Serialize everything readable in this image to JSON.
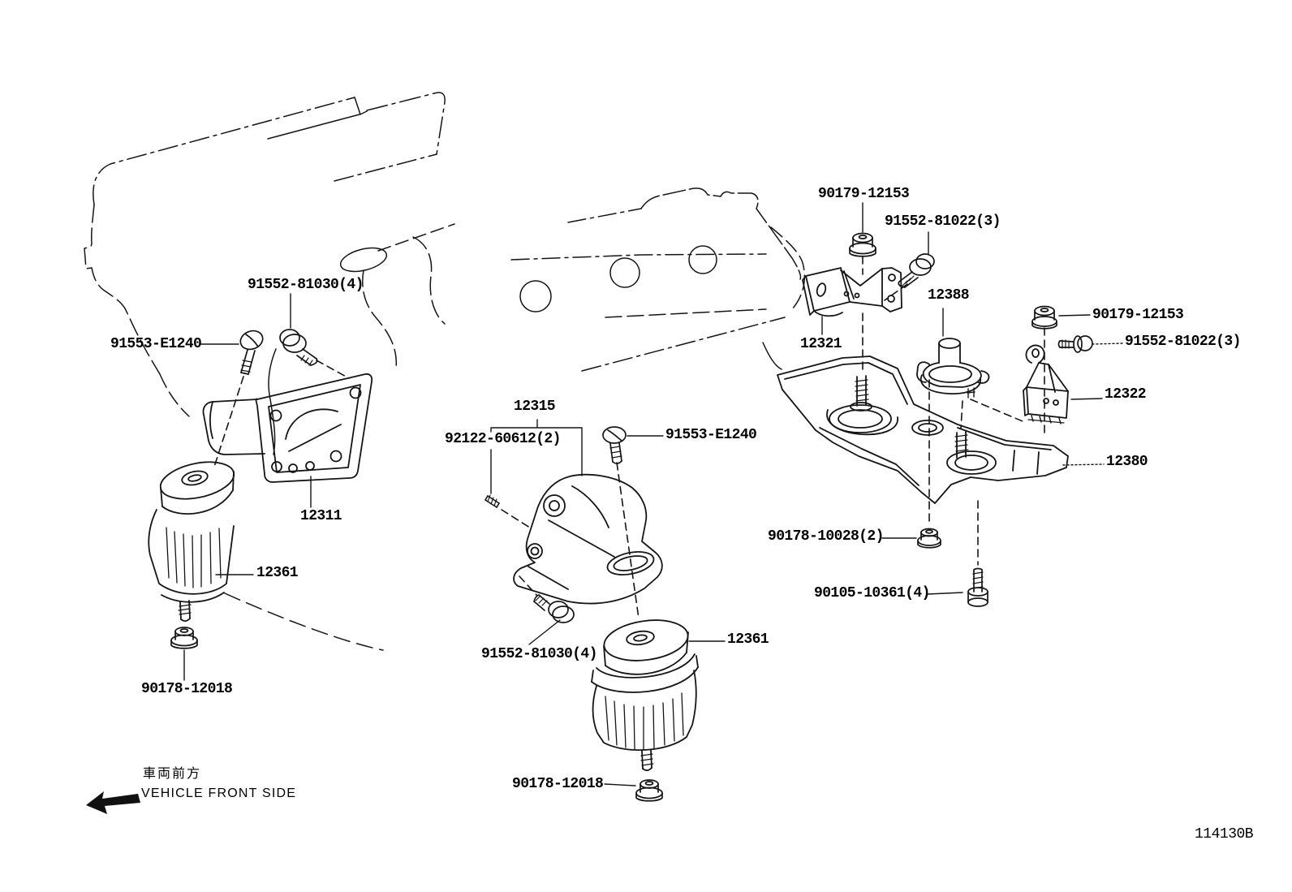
{
  "labels": [
    {
      "id": "bolt-91552-81030-front",
      "text": "91552-81030(4)"
    },
    {
      "id": "bolt-91553-e1240-front",
      "text": "91553-E1240"
    },
    {
      "id": "bracket-12311",
      "text": "12311"
    },
    {
      "id": "insulator-12361-front",
      "text": "12361"
    },
    {
      "id": "nut-90178-12018-front",
      "text": "90178-12018"
    },
    {
      "id": "bracket-12315",
      "text": "12315"
    },
    {
      "id": "stud-92122-60612",
      "text": "92122-60612(2)"
    },
    {
      "id": "bolt-91553-e1240-center",
      "text": "91553-E1240"
    },
    {
      "id": "bolt-91552-81030-center",
      "text": "91552-81030(4)"
    },
    {
      "id": "insulator-12361-rear",
      "text": "12361"
    },
    {
      "id": "nut-90178-12018-rear",
      "text": "90178-12018"
    },
    {
      "id": "nut-90179-12153-top",
      "text": "90179-12153"
    },
    {
      "id": "bolt-91552-81022-top",
      "text": "91552-81022(3)"
    },
    {
      "id": "insulator-12388",
      "text": "12388"
    },
    {
      "id": "bracket-12321",
      "text": "12321"
    },
    {
      "id": "nut-90179-12153-right",
      "text": "90179-12153"
    },
    {
      "id": "bolt-91552-81022-right",
      "text": "91552-81022(3)"
    },
    {
      "id": "bracket-12322",
      "text": "12322"
    },
    {
      "id": "crossmember-12380",
      "text": "12380"
    },
    {
      "id": "nut-90178-10028",
      "text": "90178-10028(2)"
    },
    {
      "id": "bolt-90105-10361",
      "text": "90105-10361(4)"
    }
  ],
  "notes": {
    "front_jp": "車両前方",
    "front_en": "VEHICLE FRONT SIDE"
  },
  "drawing_code": "114130B"
}
